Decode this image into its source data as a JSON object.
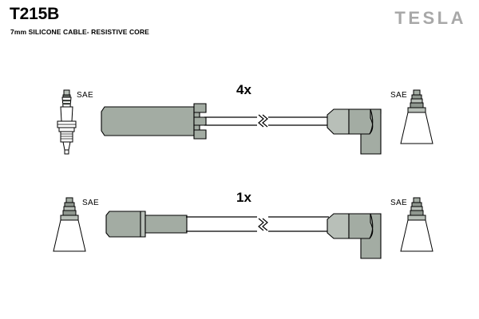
{
  "header": {
    "part_code": "T215B",
    "description": "7mm SILICONE CABLE- RESISTIVE CORE",
    "brand": "TESLA"
  },
  "colors": {
    "background": "#ffffff",
    "line": "#000000",
    "boot_fill": "#a3aca3",
    "boot_fill_light": "#b8bfb8",
    "terminal_fill": "#8f978f",
    "brand_gray": "#a8a8a8",
    "white_fill": "#ffffff"
  },
  "assemblies": [
    {
      "id": "top-assembly",
      "quantity_label": "4x",
      "left_terminal": {
        "name": "spark-plug",
        "label": "SAE"
      },
      "left_boot": {
        "name": "straight-plug-boot",
        "style": "long-straight-notched"
      },
      "cable": {
        "name": "ignition-cable",
        "break_symbol": true
      },
      "right_boot": {
        "name": "right-angle-boot",
        "style": "90-degree-elbow"
      },
      "right_terminal": {
        "name": "distributor-terminal",
        "label": "SAE"
      }
    },
    {
      "id": "bottom-assembly",
      "quantity_label": "1x",
      "left_terminal": {
        "name": "distributor-terminal",
        "label": "SAE"
      },
      "left_boot": {
        "name": "stepped-straight-boot",
        "style": "stepped-straight"
      },
      "cable": {
        "name": "ignition-cable",
        "break_symbol": true
      },
      "right_boot": {
        "name": "right-angle-boot",
        "style": "90-degree-elbow"
      },
      "right_terminal": {
        "name": "distributor-terminal",
        "label": "SAE"
      }
    }
  ]
}
